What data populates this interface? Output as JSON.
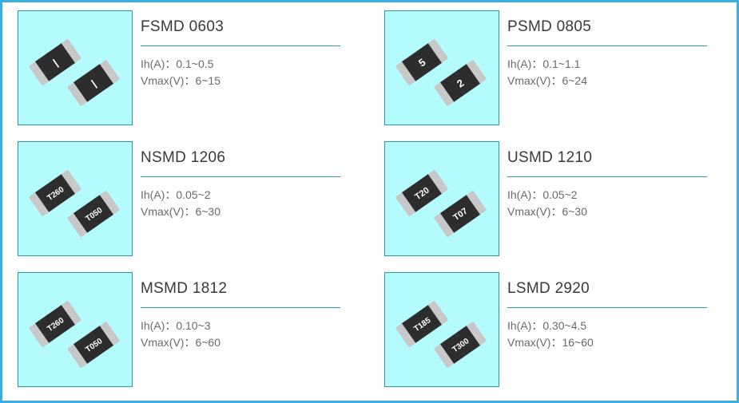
{
  "colors": {
    "frame": "#3aaee0",
    "thumb_bg": "#b3fbfd",
    "rule": "#2a9aa6",
    "chip": "#2d2d2d",
    "terminal": "#c8c8c8"
  },
  "products": [
    {
      "name": "FSMD 0603",
      "ih": "Ih(A)：0.1~0.5",
      "vmax": "Vmax(V)：6~15",
      "chip_marks": [
        "|",
        "|"
      ]
    },
    {
      "name": "PSMD 0805",
      "ih": "Ih(A)：0.1~1.1",
      "vmax": "Vmax(V)：6~24",
      "chip_marks": [
        "5",
        "2"
      ]
    },
    {
      "name": "NSMD 1206",
      "ih": "Ih(A)：0.05~2",
      "vmax": "Vmax(V)：6~30",
      "chip_marks": [
        "T260",
        "T050"
      ]
    },
    {
      "name": "USMD 1210",
      "ih": "Ih(A)：0.05~2",
      "vmax": "Vmax(V)：6~30",
      "chip_marks": [
        "T20",
        "T07"
      ]
    },
    {
      "name": "MSMD 1812",
      "ih": "Ih(A)：0.10~3",
      "vmax": "Vmax(V)：6~60",
      "chip_marks": [
        "T260",
        "T050"
      ]
    },
    {
      "name": "LSMD 2920",
      "ih": "Ih(A)：0.30~4.5",
      "vmax": "Vmax(V)：16~60",
      "chip_marks": [
        "T185",
        "T300"
      ]
    }
  ]
}
